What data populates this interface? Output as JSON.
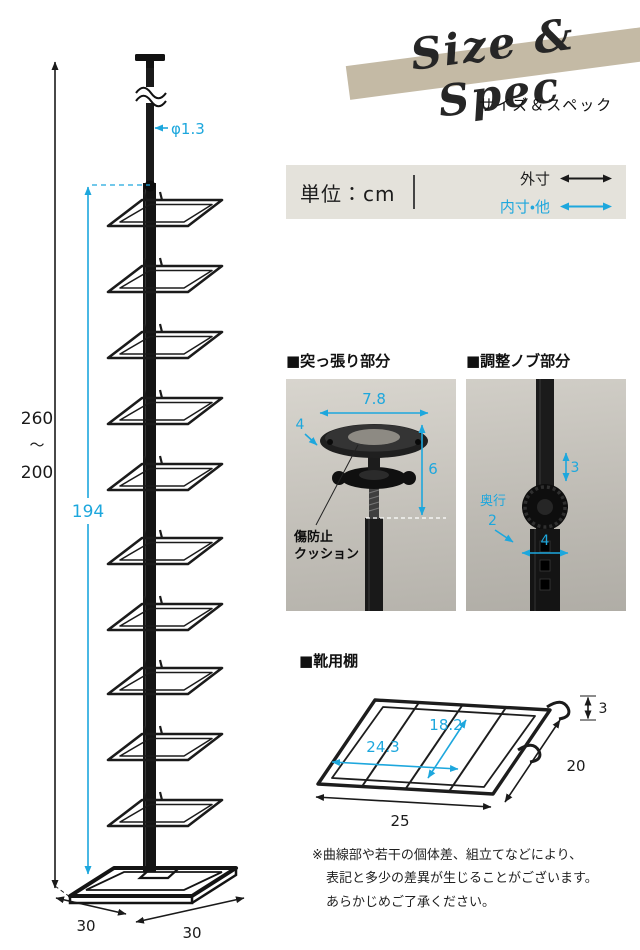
{
  "colors": {
    "accent": "#1da7dd",
    "ribbon": "#c4baa5",
    "photo_bg": "#c9c6bf"
  },
  "header": {
    "script_title": "Size & Spec",
    "subtitle": "サイズ＆スペック"
  },
  "legend": {
    "unit": "単位：cm",
    "outer": "外寸",
    "inner": "内寸・他"
  },
  "rack": {
    "pole_diameter": "φ1.3",
    "height_max": "260",
    "height_tilde": "〜",
    "height_min": "200",
    "inner_height": "194",
    "base_depth": "30",
    "base_width": "30"
  },
  "panels": {
    "tension": {
      "title": "■突っ張り部分",
      "dim_width": "7.8",
      "dim_plate": "4",
      "dim_height": "6",
      "cushion_lines": [
        "傷防止",
        "クッション"
      ]
    },
    "knob": {
      "title": "■調整ノブ部分",
      "dim_top": "3",
      "depth_label": "奥行",
      "dim_depth": "2",
      "dim_width": "4"
    }
  },
  "shelf": {
    "title": "■靴用棚",
    "inner_width": "24.3",
    "inner_depth": "18.2",
    "outer_width": "25",
    "outer_depth": "20",
    "height": "3"
  },
  "disclaimer": {
    "line1": "※曲線部や若干の個体差、組立てなどにより、",
    "line2": "表記と多少の差異が生じることがございます。",
    "line3": "あらかじめご了承ください。"
  }
}
